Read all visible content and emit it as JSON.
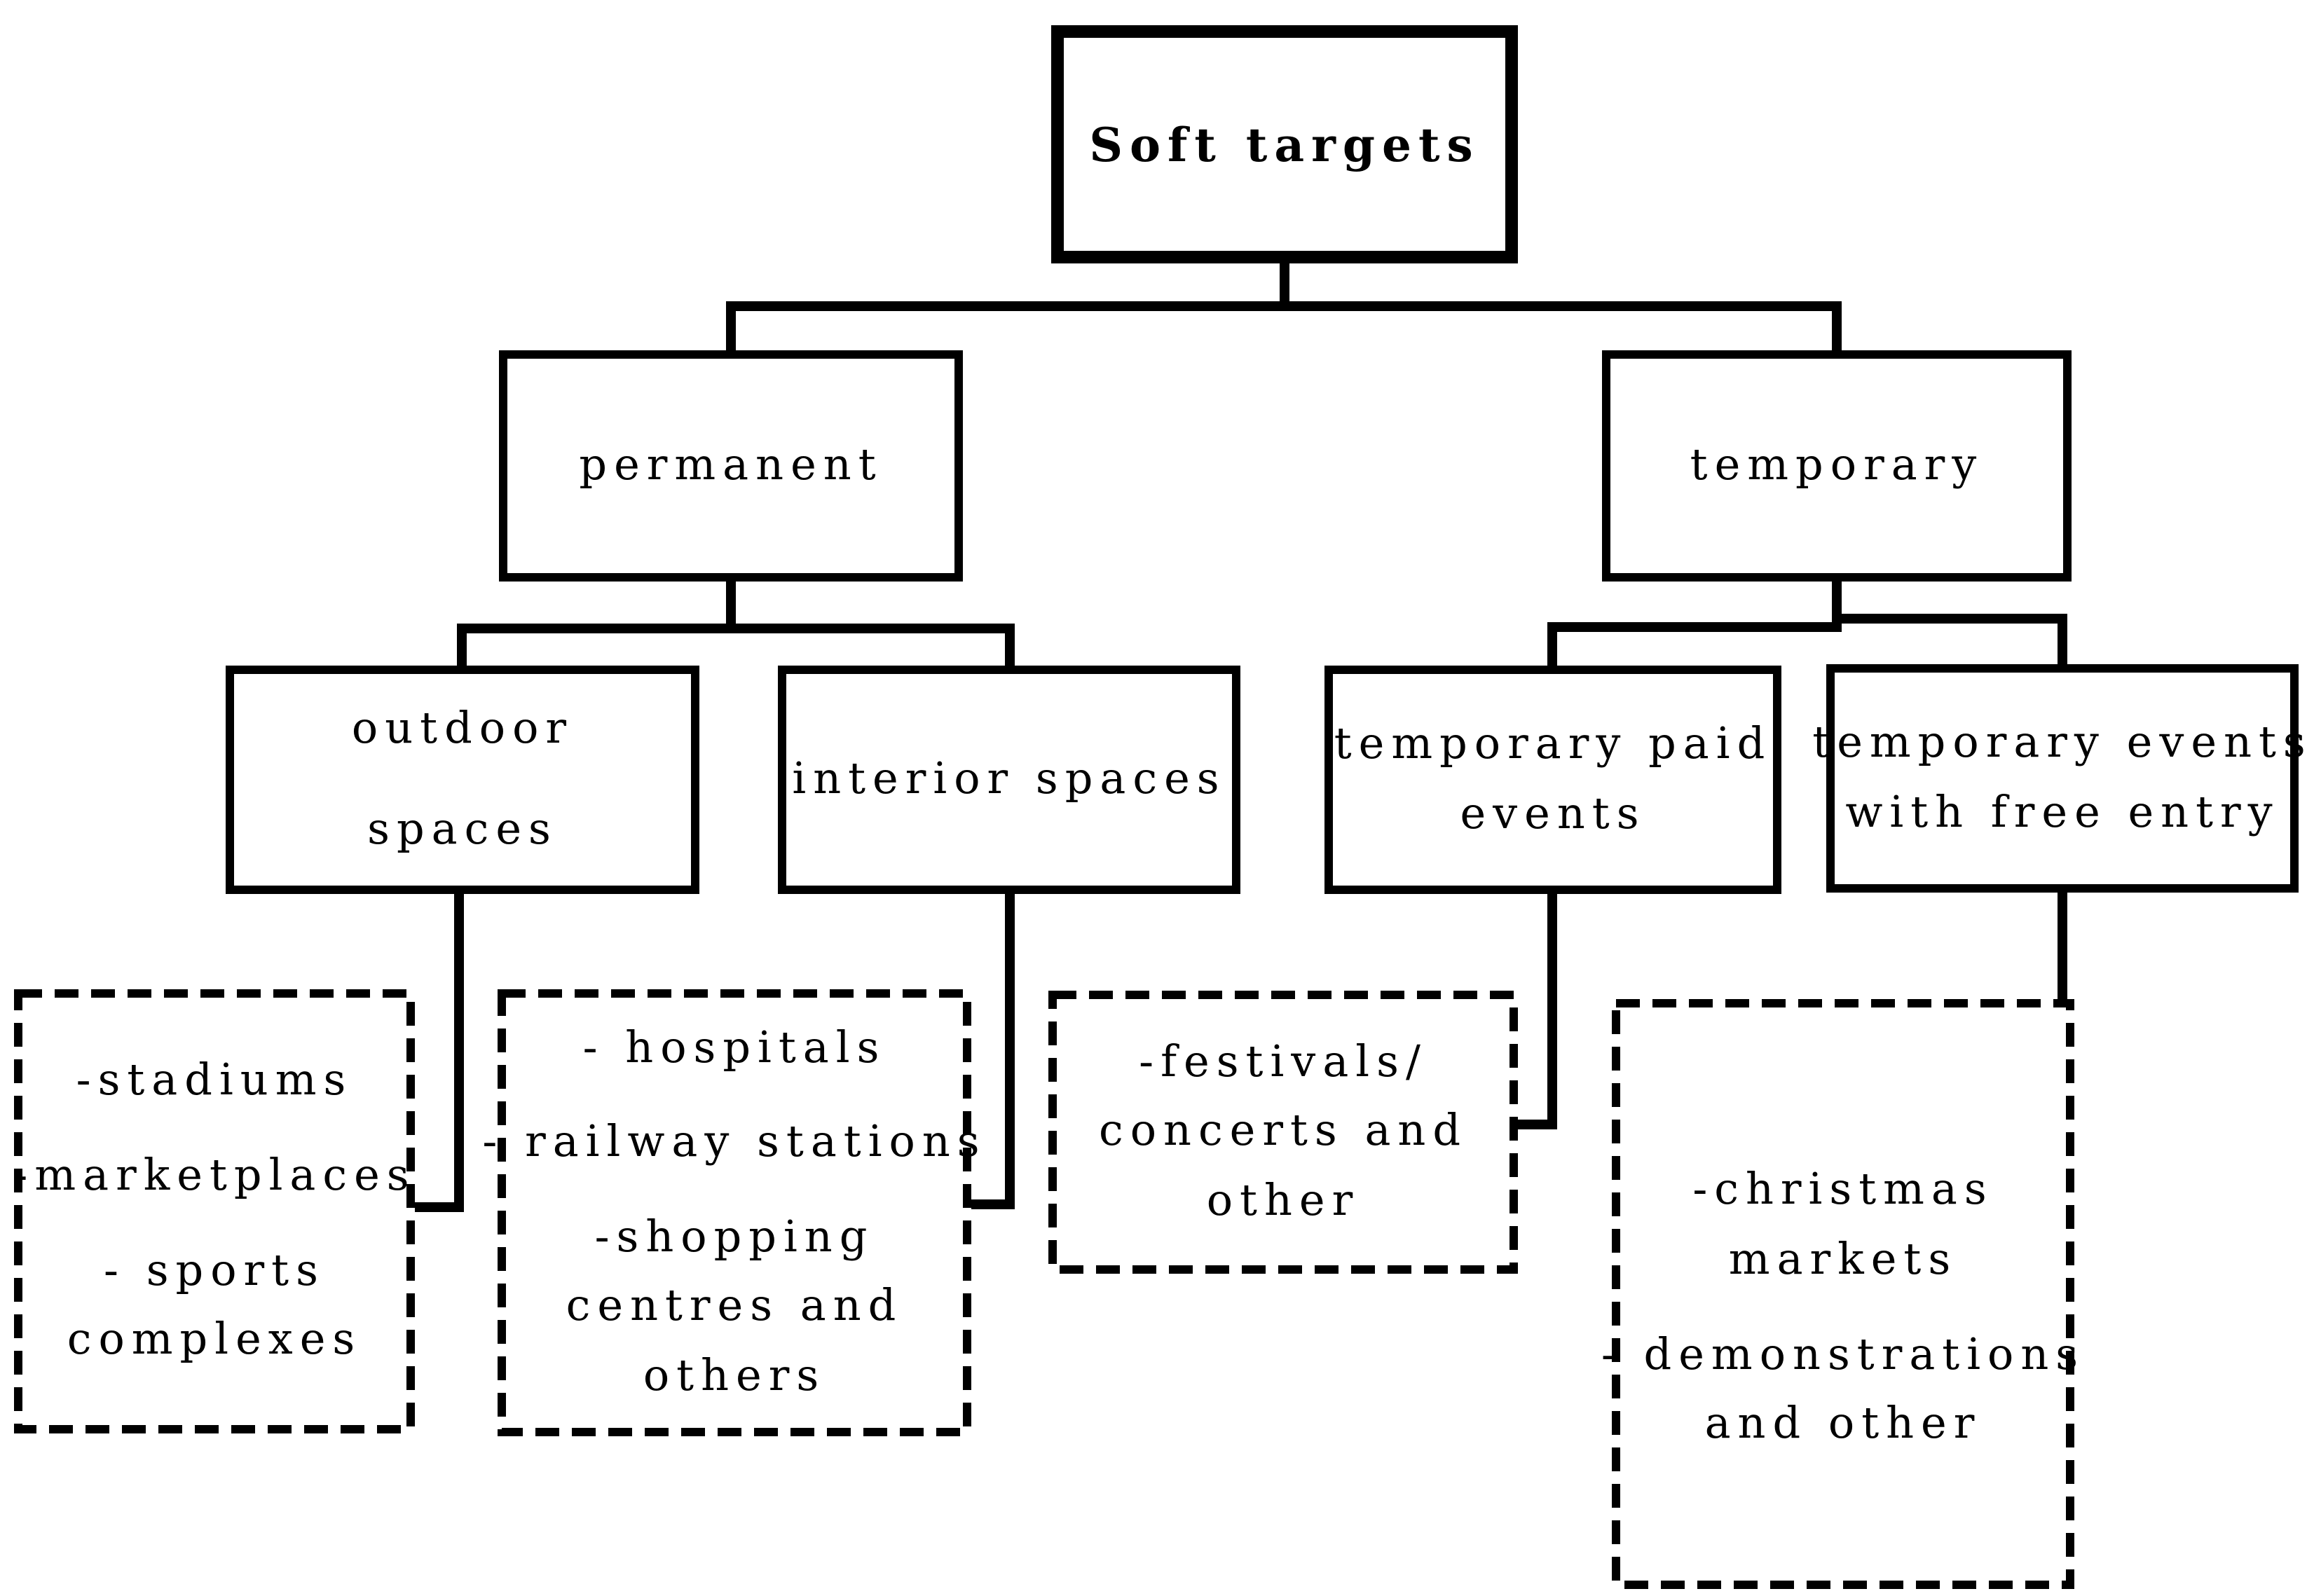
{
  "figure": {
    "type": "flowchart",
    "title": "Soft targets",
    "colors": {
      "line": "#000000",
      "background": "#ffffff",
      "text": "#000000"
    }
  },
  "nodes": {
    "root": {
      "label": "Soft targets"
    },
    "permanent": {
      "label": "permanent"
    },
    "temporary": {
      "label": "temporary"
    },
    "outdoor": {
      "label": "outdoor\nspaces"
    },
    "interior": {
      "label": "interior spaces"
    },
    "paid": {
      "label": "temporary paid\nevents"
    },
    "free": {
      "label": "temporary events\nwith free entry"
    }
  },
  "leaves": {
    "outdoor_items": {
      "items": [
        "-stadiums",
        "-marketplaces",
        "- sports\ncomplexes"
      ]
    },
    "interior_items": {
      "items": [
        "- hospitals",
        "- railway stations",
        "-shopping\ncentres and\nothers"
      ]
    },
    "paid_items": {
      "items": [
        "-festivals/\nconcerts and\nother"
      ]
    },
    "free_items": {
      "items": [
        "-christmas\nmarkets",
        "- demonstrations\nand other"
      ]
    }
  },
  "edges": [
    {
      "from": "root",
      "to": "permanent"
    },
    {
      "from": "root",
      "to": "temporary"
    },
    {
      "from": "permanent",
      "to": "outdoor"
    },
    {
      "from": "permanent",
      "to": "interior"
    },
    {
      "from": "temporary",
      "to": "paid"
    },
    {
      "from": "temporary",
      "to": "free"
    },
    {
      "from": "outdoor",
      "to": "outdoor_items"
    },
    {
      "from": "interior",
      "to": "interior_items"
    },
    {
      "from": "paid",
      "to": "paid_items"
    },
    {
      "from": "free",
      "to": "free_items"
    }
  ]
}
